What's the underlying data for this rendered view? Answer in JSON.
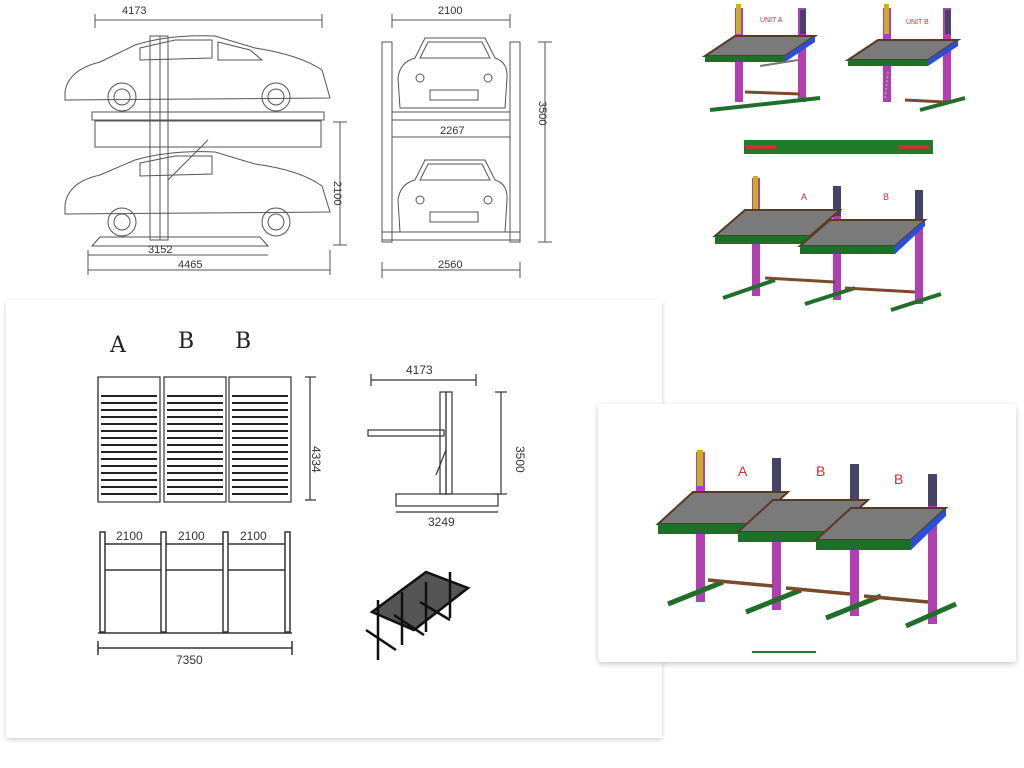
{
  "top_side_view": {
    "width_top": "4173",
    "height_mid": "2100",
    "width_base": "3152",
    "width_total": "4465"
  },
  "top_front_view": {
    "width_top": "2100",
    "height_total": "3500",
    "width_mid": "2267",
    "width_base": "2560"
  },
  "plan_view": {
    "labels": [
      "A",
      "B",
      "B"
    ],
    "depth": "4334",
    "bay_widths": [
      "2100",
      "2100",
      "2100"
    ],
    "total_width": "7350"
  },
  "side_view_small": {
    "width_top": "4173",
    "height": "3500",
    "width_base": "3249"
  },
  "render_single": {
    "unit_a_label": "UNIT A",
    "unit_b_label": "UNIT B"
  },
  "render_double": {
    "label_a": "A",
    "label_b": "B"
  },
  "render_triple": {
    "label_a": "A",
    "label_b1": "B",
    "label_b2": "B"
  },
  "colors": {
    "post": "#b040b0",
    "deck": "#7a7a7a",
    "platform_green": "#1f6e2a",
    "rail_brown": "#7a4a2a",
    "blue_bar": "#2a4fd8",
    "label_red": "#d03030"
  }
}
